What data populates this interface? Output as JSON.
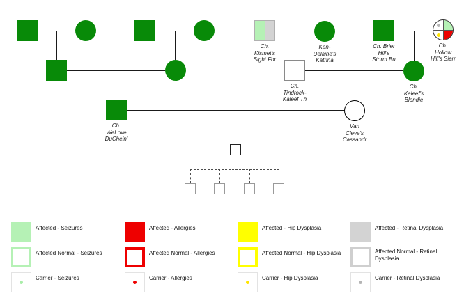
{
  "pedigree": {
    "labels": {
      "kismet": [
        "Ch.",
        "Kismet's",
        "Sight For"
      ],
      "katrina": [
        "Ken-",
        "Delaine's",
        "Katrina"
      ],
      "storm": [
        "Ch. Brier",
        "Hill's",
        "Storm Bu"
      ],
      "sierra": [
        "Ch.",
        "Hollow",
        "Hill's Sierr"
      ],
      "tindrock": [
        "Ch.",
        "Tindrock-",
        "Kaleef Th"
      ],
      "blondie": [
        "Ch.",
        "Kaleef's",
        "Blondie"
      ],
      "welove": [
        "Ch.",
        "WeLove",
        "DuChein'"
      ],
      "cassandra": [
        "Van",
        "Cleve's",
        "Cassandr"
      ]
    }
  },
  "legend": {
    "seizures": {
      "color": "#b5f1b5",
      "affected": "Affected - Seizures",
      "affected_normal": "Affected Normal - Seizures",
      "carrier": "Carrier - Seizures"
    },
    "allergies": {
      "color": "#ee0000",
      "affected": "Affected - Allergies",
      "affected_normal": "Affected Normal - Allergies",
      "carrier": "Carrier - Allergies"
    },
    "hip_dysplasia": {
      "color": "#ffff00",
      "affected": "Affected - Hip Dysplasia",
      "affected_normal": "Affected Normal - Hip Dysplasia",
      "carrier": "Carrier - Hip Dysplasia"
    },
    "retinal_dysplasia": {
      "color": "#d3d3d3",
      "affected": "Affected - Retinal Dysplasia",
      "affected_normal": "Affected Normal - Retinal Dysplasia",
      "carrier": "Carrier - Retinal Dysplasia"
    }
  },
  "colors": {
    "node_filled_green": "#088a08",
    "line": "#1a1a1a"
  }
}
